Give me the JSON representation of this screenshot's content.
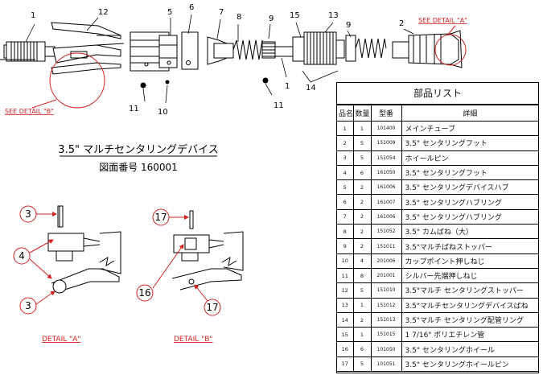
{
  "title": "3.5\" マルチセンタリングデバイス",
  "drawing_number": "図面番号 160001",
  "callouts": {
    "see_detail_a": "SEE DETAIL \"A\"",
    "see_detail_b": "SEE DETAIL \"B\"",
    "detail_a": "DETAIL \"A\"",
    "detail_b": "DETAIL \"B\""
  },
  "exploded_labels": [
    "1",
    "12",
    "5",
    "6",
    "7",
    "8",
    "9",
    "15",
    "13",
    "9",
    "2",
    "11",
    "10",
    "11",
    "1",
    "14"
  ],
  "detail_a_labels": [
    "3",
    "4",
    "3"
  ],
  "detail_b_labels": [
    "17",
    "16",
    "17"
  ],
  "parts_list": {
    "title": "部品リスト",
    "headers": [
      "品名",
      "数量",
      "型番",
      "詳細"
    ],
    "rows": [
      [
        "1",
        "1",
        "101400",
        "メインチューブ"
      ],
      [
        "2",
        "5",
        "151009",
        "3.5\" センタリングフット"
      ],
      [
        "3",
        "5",
        "151054",
        "ホイールピン"
      ],
      [
        "4",
        "6",
        "161050",
        "3.5\" センタリングフット"
      ],
      [
        "5",
        "2",
        "161006",
        "3.5\" センタリングデバイスハブ"
      ],
      [
        "6",
        "2",
        "161007",
        "3.5\" センタリングハブリング"
      ],
      [
        "7",
        "2",
        "161006",
        "3.5\" センタリングハブリング"
      ],
      [
        "8",
        "2",
        "151052",
        "3.5\" カムばね（大）"
      ],
      [
        "9",
        "2",
        "151011",
        "3.5\"マルチばねストッパー"
      ],
      [
        "10",
        "4",
        "201006",
        "カップポイント押しねじ"
      ],
      [
        "11",
        "8",
        "201001",
        "シルバー先端押しねじ"
      ],
      [
        "12",
        "5",
        "151010",
        "3.5\"マルチ センタリングストッパー"
      ],
      [
        "13",
        "1",
        "151012",
        "3.5\"マルチセンタリングデバイスばね"
      ],
      [
        "14",
        "2",
        "151013",
        "3.5\"マルチ センタリング配管リング"
      ],
      [
        "15",
        "1",
        "151015",
        "1 7/16\" ポリエチレン管"
      ],
      [
        "16",
        "6",
        "101050",
        "3.5\" センタリングホイール"
      ],
      [
        "17",
        "5",
        "101051",
        "3.5\" センタリングホイールピン"
      ]
    ]
  }
}
